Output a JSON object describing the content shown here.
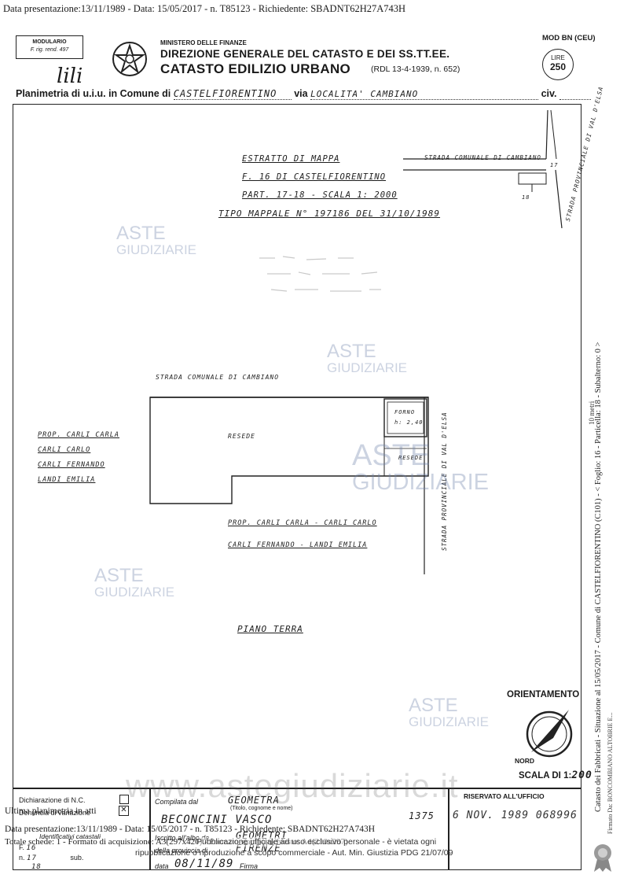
{
  "header_bar": "Data presentazione:13/11/1989 - Data: 15/05/2017 - n. T85123 - Richiedente: SBADNT62H27A743H",
  "modulario": {
    "line1": "MODULARIO",
    "line2": "F. rig. rend. 497"
  },
  "ministry": {
    "line1": "MINISTERO DELLE FINANZE",
    "line2": "DIREZIONE GENERALE DEL CATASTO E DEI SS.TT.EE.",
    "line3": "CATASTO EDILIZIO URBANO",
    "line3_ref": "(RDL 13-4-1939, n. 652)"
  },
  "mod": "MOD BN (CEU)",
  "lire": {
    "label": "LIRE",
    "value": "250"
  },
  "handwritten_mark": "lili",
  "planimetria": {
    "prefix": "Planimetria di u.i.u. in Comune di",
    "comune": "CASTELFIORENTINO",
    "via_label": "via",
    "via": "LOCALITA' CAMBIANO",
    "civ_label": "civ."
  },
  "estratto": {
    "line1": "ESTRATTO DI MAPPA",
    "line2": "F. 16 DI CASTELFIORENTINO",
    "line3": "PART. 17-18 - SCALA 1: 2000",
    "line4": "TIPO MAPPALE N° 197186 DEL 31/10/1989"
  },
  "map_labels": {
    "strada_top": "STRADA COMUNALE DI CAMBIANO",
    "strada_prov_top": "STRADA PROVINCIALE DI VAL D'ELSA",
    "n17": "17",
    "n18": "18",
    "strada_main": "STRADA COMUNALE DI CAMBIANO",
    "resede1": "RESEDE",
    "forno": "FORNO",
    "forno_h": "h: 2,40",
    "resede2": "RESEDE",
    "strada_prov_main": "STRADA PROVINCIALE DI VAL D'ELSA",
    "prop_left": [
      "PROP. CARLI CARLA",
      "CARLI CARLO",
      "CARLI FERNANDO",
      "LANDI EMILIA"
    ],
    "prop_bottom": [
      "PROP. CARLI CARLA - CARLI CARLO",
      "CARLI FERNANDO - LANDI EMILIA"
    ],
    "piano": "PIANO TERRA"
  },
  "watermarks": {
    "brand_top": "ASTE",
    "brand_bottom": "GIUDIZIARIE",
    "site": "www.astegiudiziarie.it"
  },
  "orientamento": "ORIENTAMENTO",
  "nord": "NORD",
  "scala": {
    "label": "SCALA DI 1:",
    "value": "200"
  },
  "scale_bar": "10 metri",
  "side_text": "Catasto dei Fabbricati - Situazione al 15/05/2017 - Comune di CASTELFIORENTINO (C101) - < Foglio: 16 - Particella: 18 - Subalterno: 0 >",
  "side_text2": "Firmato Da: BONCOMBIANO ALTOBRIE E...",
  "bottom": {
    "dich_nc": "Dichiarazione di N.C.",
    "denuncia": "Denuncia di variazione",
    "ultima": "Ultima planimetria in atti",
    "identificativi": "Identificativi catastali",
    "foglio_label": "F.",
    "foglio": "16",
    "n_label": "n.",
    "n1": "17",
    "n2": "18",
    "sub_label": "sub.",
    "compilata": "Compilata dal",
    "tecnico": "GEOMETRA",
    "titolo": "(Titolo, cognome e nome)",
    "nome": "BECONCINI VASCO",
    "iscritto": "Iscritto all'albo de",
    "albo": "GEOMETRI",
    "della": "della provincia di",
    "provincia": "FIRENZE",
    "num": "1375",
    "data_label": "data",
    "data": "08/11/89",
    "firma": "Firma",
    "riservato": "RISERVATO ALL'UFFICIO",
    "protocollo": "6 NOV. 1989 068996",
    "totale": "Totale schede: 1 - Formato di acquisizione: A3(297x420) - Formato stampa richiesto: A4(210x297)",
    "pub1": "Pubblicazione ufficiale ad uso esclusivo personale - è vietata ogni",
    "pub2": "ripubblicazione o riproduzione a scopo commerciale - Aut. Min. Giustizia PDG 21/07/09",
    "header_repeat": "Data presentazione:13/11/1989 - Data: 15/05/2017 - n. T85123 - Richiedente: SBADNT62H27A743H"
  }
}
